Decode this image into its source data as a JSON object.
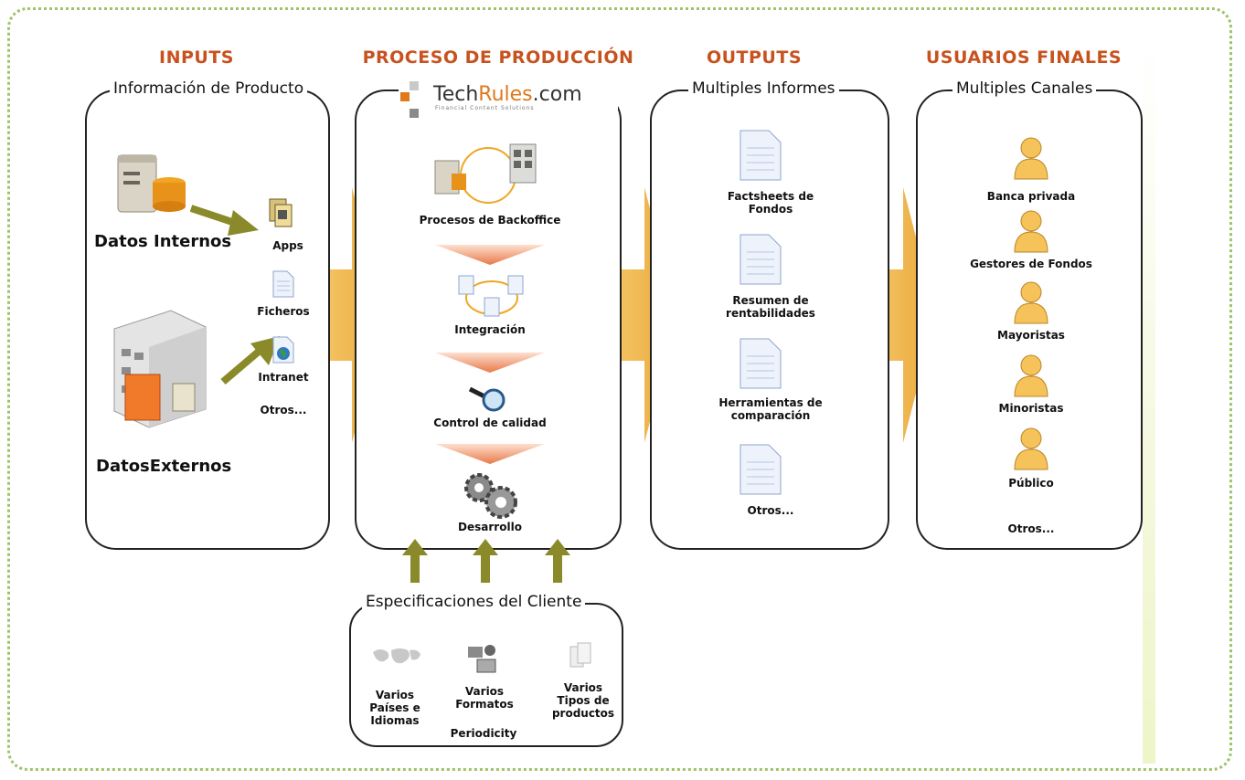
{
  "headers": {
    "inputs": "INPUTS",
    "proceso": "PROCESO DE PRODUCCIÓN",
    "outputs": "OUTPUTS",
    "usuarios": "USUARIOS FINALES"
  },
  "inputs_panel": {
    "title": "Información de Producto",
    "datos_internos": "Datos Internos",
    "datos_externos": "DatosExternos",
    "apps": "Apps",
    "ficheros": "Ficheros",
    "intranet": "Intranet",
    "otros": "Otros..."
  },
  "proceso_panel": {
    "logo_prefix": "Tech",
    "logo_accent": "Rules",
    "logo_suffix": ".com",
    "logo_sub": "Financial Content Solutions",
    "steps": [
      "Procesos de Backoffice",
      "Integración",
      "Control de calidad",
      "Desarrollo"
    ]
  },
  "outputs_panel": {
    "title": "Multiples Informes",
    "items": [
      [
        "Factsheets de",
        "Fondos"
      ],
      [
        "Resumen de",
        "rentabilidades"
      ],
      [
        "Herramientas de",
        "comparación"
      ],
      [
        "Otros..."
      ]
    ]
  },
  "usuarios_panel": {
    "title": "Multiples Canales",
    "items": [
      "Banca privada",
      "Gestores de Fondos",
      "Mayoristas",
      "Minoristas",
      "Público"
    ],
    "otros": "Otros..."
  },
  "spec_panel": {
    "title": "Especificaciones del Cliente",
    "items": [
      [
        "Varios",
        "Países e",
        "Idiomas"
      ],
      [
        "Varios",
        "Formatos"
      ],
      [
        "Varios",
        "Tipos de",
        "productos"
      ]
    ],
    "periodicity": "Periodicity"
  },
  "colors": {
    "header": "#c8521e",
    "big_arrow": "#f0b44a",
    "olive_arrow": "#8a8a2a",
    "frame_dots": "#9cc46a"
  }
}
